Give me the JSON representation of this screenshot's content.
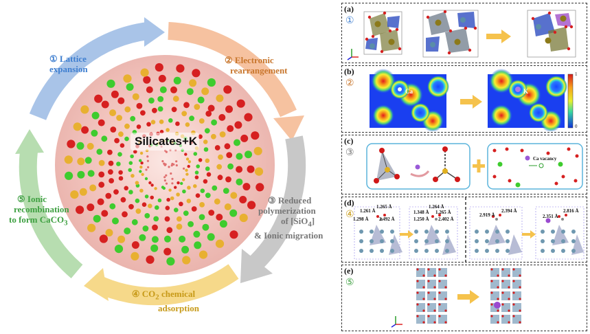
{
  "center_label": "Silicates+K",
  "steps": [
    {
      "num": "①",
      "line1": "Lattice",
      "line2": "expansion",
      "color": "#3f7fd0"
    },
    {
      "num": "②",
      "line1": "Electronic",
      "line2": "rearrangement",
      "color": "#c8762c"
    },
    {
      "num": "③",
      "line1": "Reduced",
      "line2": "polymerization",
      "line3": "of [SiO",
      "sub": "4",
      "line3b": "]",
      "line4": "& Ionic migration",
      "color": "#777777"
    },
    {
      "num": "④",
      "line1": "CO",
      "sub": "2",
      "line1b": " chemical",
      "line2": "adsorption",
      "color": "#c79a18"
    },
    {
      "num": "⑤",
      "line1": "Ionic",
      "line2": "recombination",
      "line3": "to form CaCO",
      "sub": "3",
      "color": "#3fa042"
    }
  ],
  "arc_colors": {
    "blue": "#a9c4e8",
    "orange": "#f6c2a0",
    "gray": "#c8c8c8",
    "yellow": "#f6d98a",
    "green": "#b7ddb0"
  },
  "panels": [
    {
      "tag": "(a)",
      "num": "①",
      "num_color": "#3f7fd0"
    },
    {
      "tag": "(b)",
      "num": "②",
      "num_color": "#c8762c",
      "ca_label": "Ca",
      "k_label": "K",
      "scale_top": "1",
      "scale_bottom": "0"
    },
    {
      "tag": "(c)",
      "num": "③",
      "num_color": "#777777",
      "vacancy_label": "Ca vacancy"
    },
    {
      "tag": "(d)",
      "num": "④",
      "num_color": "#c79a18",
      "bond_labels": [
        "1.261 Å",
        "1.265 Å",
        "1.264 Å",
        "1.265 Å",
        "1.298 Å",
        "1.348 Å",
        "2.492 Å",
        "2.402 Å",
        "1.250 Å",
        "2.919 Å",
        "2.394 Å",
        "2.351 Å",
        "2.816 Å"
      ]
    },
    {
      "tag": "(e)",
      "num": "⑤",
      "num_color": "#3fa042"
    }
  ]
}
